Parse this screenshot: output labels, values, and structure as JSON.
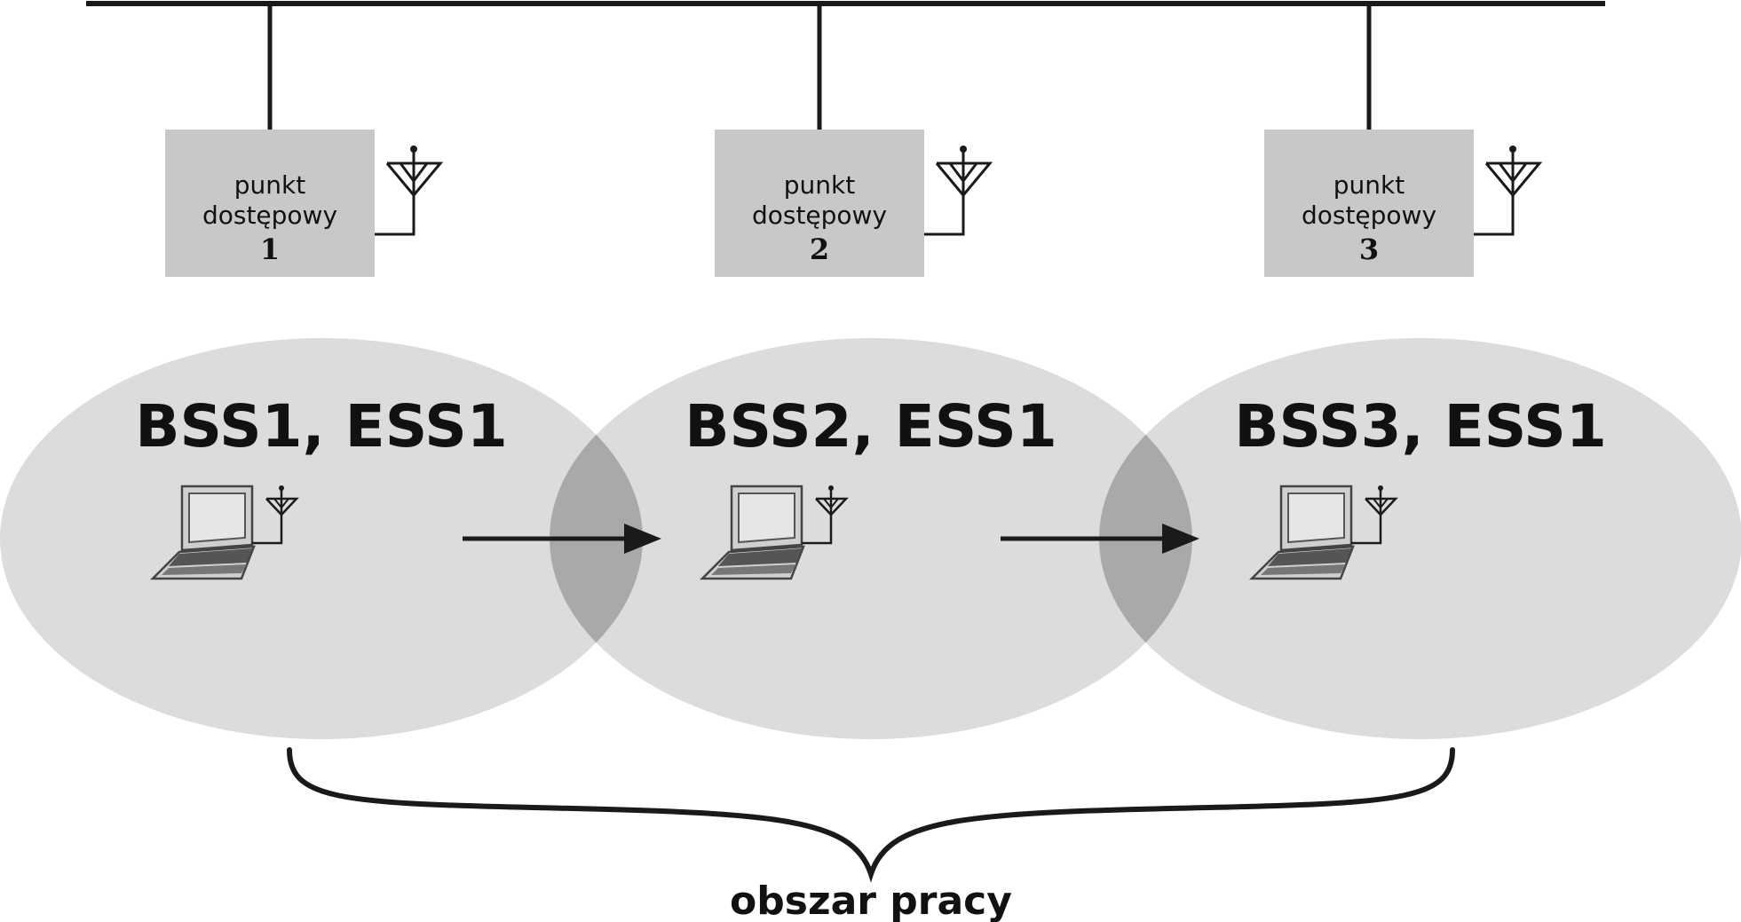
{
  "colors": {
    "line": "#1a1a1a",
    "ap_box": "#c8c8c8",
    "cell": "#dcdcdc",
    "overlap": "#a9a9a9",
    "laptop_body": "#cfcfcf",
    "laptop_screen": "#e6e6e6"
  },
  "access_points": [
    {
      "line1": "punkt",
      "line2": "dostępowy",
      "number": "1",
      "icon": "antenna-icon"
    },
    {
      "line1": "punkt",
      "line2": "dostępowy",
      "number": "2",
      "icon": "antenna-icon"
    },
    {
      "line1": "punkt",
      "line2": "dostępowy",
      "number": "3",
      "icon": "antenna-icon"
    }
  ],
  "cells": [
    {
      "label": "BSS1, ESS1",
      "icon": "laptop-icon"
    },
    {
      "label": "BSS2, ESS1",
      "icon": "laptop-icon"
    },
    {
      "label": "BSS3, ESS1",
      "icon": "laptop-icon"
    }
  ],
  "area_label": "obszar pracy"
}
